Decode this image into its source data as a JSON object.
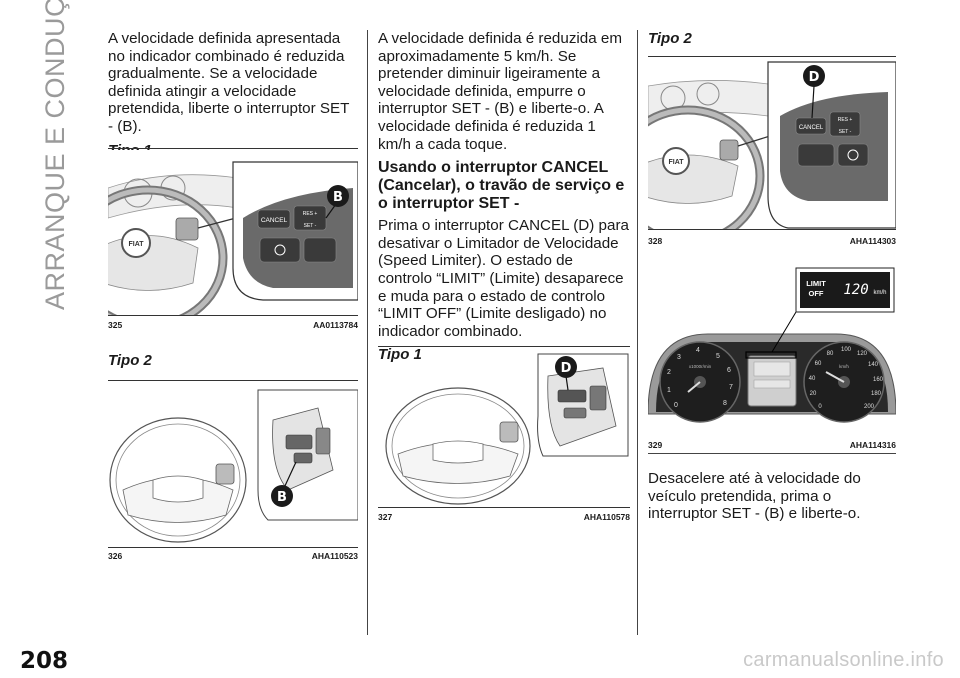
{
  "section_title": "ARRANQUE E CONDUÇÃO",
  "page_number": "208",
  "watermark": "carmanualsonline.info",
  "col1": {
    "para1": "A velocidade definida apresentada no indicador combinado é reduzida gradualmente. Se a velocidade definida atingir a velocidade pretendida, liberte o interruptor SET - (B).",
    "tipo1": "Tipo 1",
    "fig325": {
      "num": "325",
      "code": "AA0113784"
    },
    "tipo2": "Tipo 2",
    "fig326": {
      "num": "326",
      "code": "AHA110523"
    }
  },
  "col2": {
    "para1": "A velocidade definida é reduzida em aproximadamente 5 km/h. Se pretender diminuir ligeiramente a velocidade definida, empurre o interruptor SET - (B) e liberte-o. A velocidade definida é reduzida 1 km/h a cada toque.",
    "heading": "Usando o interruptor CANCEL (Cancelar), o travão de serviço e o interruptor SET -",
    "para2": "Prima o interruptor CANCEL (D) para desativar o Limitador de Velocidade (Speed Limiter). O estado de controlo “LIMIT” (Limite) desaparece e muda para o estado de controlo “LIMIT OFF” (Limite desligado) no indicador combinado.",
    "tipo1": "Tipo 1",
    "fig327": {
      "num": "327",
      "code": "AHA110578"
    }
  },
  "col3": {
    "tipo2": "Tipo 2",
    "fig328": {
      "num": "328",
      "code": "AHA114303"
    },
    "fig329": {
      "num": "329",
      "code": "AHA114316"
    },
    "para1": "Desacelere até à velocidade do veículo pretendida, prima o interruptor SET - (B) e liberte-o."
  },
  "figure_labels": {
    "B": "B",
    "D": "D",
    "cancel": "CANCEL",
    "res": "RES +",
    "set": "SET -",
    "brand": "FIAT",
    "limit_off_line1": "LIMIT",
    "limit_off_line2": "OFF",
    "limit_speed": "120",
    "limit_unit": "km/h",
    "kmh": "km/h",
    "rpm_label": "x1000r/min"
  },
  "tachometer_ticks": [
    "0",
    "1",
    "2",
    "3",
    "4",
    "5",
    "6",
    "7",
    "8"
  ],
  "speedometer_ticks": [
    "0",
    "20",
    "40",
    "60",
    "80",
    "100",
    "120",
    "140",
    "160",
    "180",
    "200"
  ],
  "colors": {
    "side_title": "#9a9a9a",
    "badge": "#1a1a1a",
    "panel": "#555555"
  }
}
